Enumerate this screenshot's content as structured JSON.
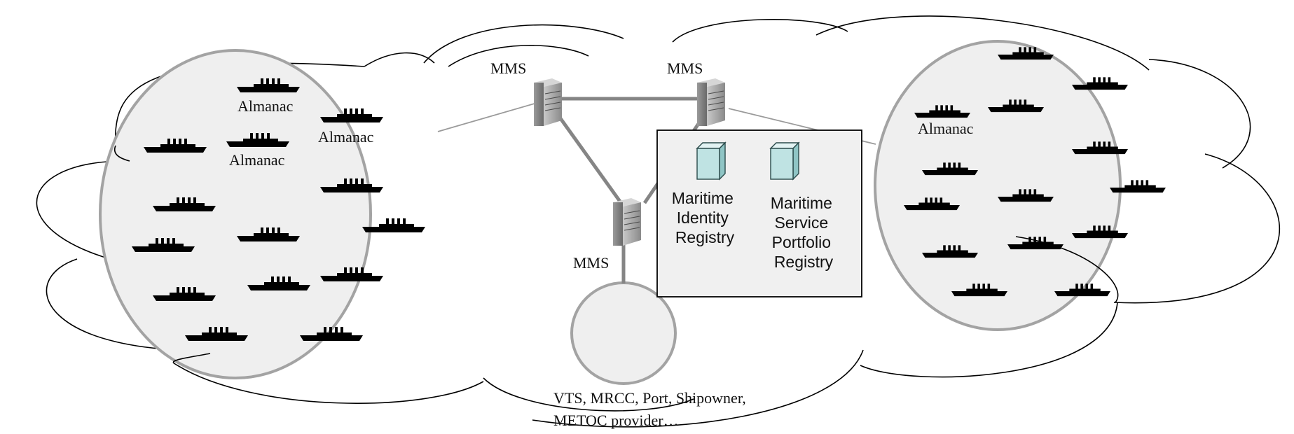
{
  "labels": {
    "mms": "MMS",
    "almanac": "Almanac"
  },
  "registry_box": {
    "identity_registry": [
      "Maritime",
      "Identity",
      "Registry"
    ],
    "service_portfolio_registry": [
      "Maritime",
      "Service",
      "Portfolio",
      "Registry"
    ]
  },
  "shore_parties": [
    "VTS, MRCC, Port, Shipowner,",
    "METOC provider…"
  ],
  "colors": {
    "cloud_outline": "#000000",
    "region_fill": "#efefef",
    "region_stroke": "#a3a3a3",
    "network_link": "#858585",
    "registry_box_fill": "#f0f0f0",
    "registry_icon_fill": "#bfe3e3",
    "ship": "#000000"
  },
  "icons": {
    "server": "server-icon",
    "registry": "database-cube-icon",
    "vessel": "ship-icon"
  }
}
